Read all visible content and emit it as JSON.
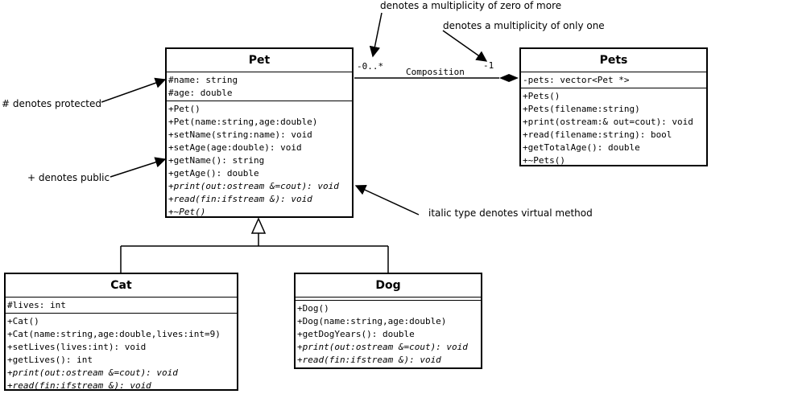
{
  "classes": {
    "pet": {
      "name": "Pet",
      "attributes": [
        "#name: string",
        "#age: double"
      ],
      "methods": [
        "+Pet()",
        "+Pet(name:string,age:double)",
        "+setName(string:name): void",
        "+setAge(age:double): void",
        "+getName(): string",
        "+getAge(): double"
      ],
      "virtual_methods": [
        "+print(out:ostream &=cout): void",
        "+read(fin:ifstream &): void",
        "+~Pet()"
      ]
    },
    "pets": {
      "name": "Pets",
      "attributes": [
        "-pets: vector<Pet *>"
      ],
      "methods": [
        "+Pets()",
        "+Pets(filename:string)",
        "+print(ostream:& out=cout): void",
        "+read(filename:string): bool",
        "+getTotalAge(): double",
        "+~Pets()"
      ]
    },
    "cat": {
      "name": "Cat",
      "attributes": [
        "#lives: int"
      ],
      "methods": [
        "+Cat()",
        "+Cat(name:string,age:double,lives:int=9)",
        "+setLives(lives:int): void",
        "+getLives(): int"
      ],
      "virtual_methods": [
        "+print(out:ostream &=cout): void",
        "+read(fin:ifstream &): void"
      ]
    },
    "dog": {
      "name": "Dog",
      "methods": [
        "+Dog()",
        "+Dog(name:string,age:double)",
        "+getDogYears(): double"
      ],
      "virtual_methods": [
        "+print(out:ostream &=cout): void",
        "+read(fin:ifstream &): void"
      ]
    }
  },
  "association": {
    "label": "Composition",
    "multiplicity_pet": "-0..*",
    "multiplicity_pets": "-1"
  },
  "notes": {
    "multiplicity_zero_or_more": "denotes a multiplicity of zero of more",
    "multiplicity_only_one": "denotes a multiplicity of only one",
    "protected": "# denotes protected",
    "public": "+ denotes public",
    "italic_virtual": "italic type denotes virtual method"
  }
}
